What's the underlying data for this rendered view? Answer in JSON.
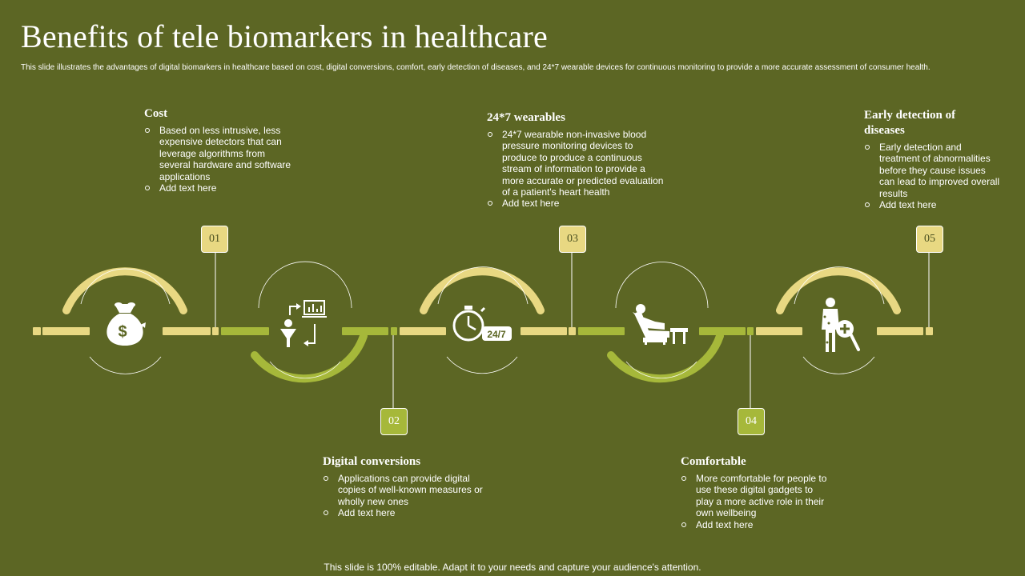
{
  "page": {
    "title": "Benefits of tele biomarkers in healthcare",
    "subtitle": "This slide illustrates the advantages of digital biomarkers in healthcare based on cost, digital conversions, comfort, early detection of diseases, and 24*7 wearable devices for continuous monitoring to provide a more accurate assessment of consumer health.",
    "footer": "This slide is 100% editable. Adapt it to your needs and capture your audience's attention."
  },
  "colors": {
    "background": "#5c6624",
    "gold": "#e8d882",
    "lime": "#a6b83a",
    "text": "#ffffff"
  },
  "steps": [
    {
      "number": "01",
      "title": "Cost",
      "icon": "money-bag-icon",
      "points": [
        "Based on less intrusive, less expensive detectors that can leverage algorithms from several hardware and software applications",
        "Add text here"
      ]
    },
    {
      "number": "02",
      "title": "Digital conversions",
      "icon": "digital-conversion-icon",
      "points": [
        "Applications can provide digital copies of well-known measures or wholly new ones",
        "Add text here"
      ]
    },
    {
      "number": "03",
      "title": "24*7 wearables",
      "icon": "stopwatch-icon",
      "icon_label": "24/7",
      "points": [
        "24*7 wearable non-invasive blood pressure monitoring devices to produce to produce a continuous stream of information to provide a more accurate or predicted evaluation of a patient's heart health",
        "Add text here"
      ]
    },
    {
      "number": "04",
      "title": "Comfortable",
      "icon": "recliner-chair-icon",
      "points": [
        "More comfortable for people to use these digital gadgets to play a more active role in their own wellbeing",
        "Add text here"
      ]
    },
    {
      "number": "05",
      "title": "Early detection of diseases",
      "icon": "body-scan-magnifier-icon",
      "points": [
        "Early detection and treatment of abnormalities before they cause issues can lead to improved overall results",
        "Add text here"
      ]
    }
  ]
}
